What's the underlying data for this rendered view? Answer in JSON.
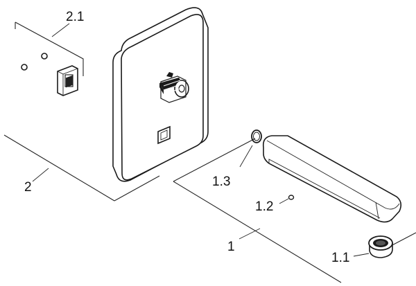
{
  "labels": {
    "l2_1": "2.1",
    "l2": "2",
    "l1_3": "1.3",
    "l1_2": "1.2",
    "l1": "1",
    "l1_1": "1.1"
  }
}
